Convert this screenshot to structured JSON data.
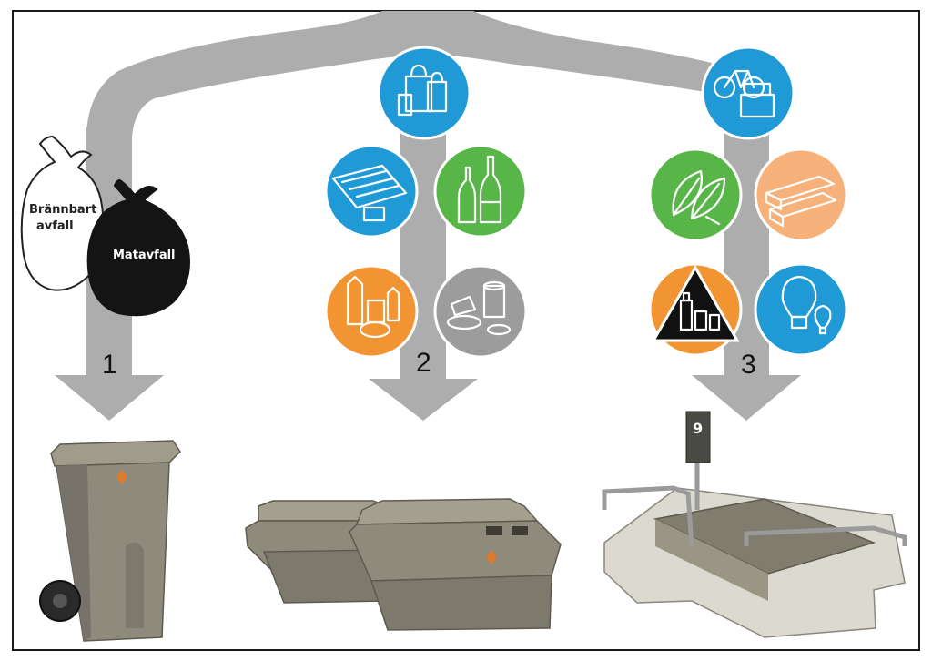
{
  "bags": {
    "left_label_line1": "Brännbart",
    "left_label_line2": "avfall",
    "right_label": "Matavfall"
  },
  "routes": [
    {
      "number": "1"
    },
    {
      "number": "2"
    },
    {
      "number": "3"
    }
  ],
  "station_sign": "9",
  "colors": {
    "arrow": "#adadad",
    "blue": "#1f9ad6",
    "green": "#58b548",
    "orange": "#f29432",
    "gray": "#9c9c9c",
    "peach": "#f6b27a",
    "container": "#8f8b7c",
    "container_dark": "#6f6b5d"
  },
  "icons": [
    {
      "name": "shopping-bags-icon",
      "color": "blue"
    },
    {
      "name": "newspapers-icon",
      "color": "blue"
    },
    {
      "name": "glass-bottles-icon",
      "color": "green"
    },
    {
      "name": "plastic-packaging-icon",
      "color": "orange"
    },
    {
      "name": "metal-cans-icon",
      "color": "gray"
    },
    {
      "name": "bicycle-armchair-icon",
      "color": "blue"
    },
    {
      "name": "garden-leaves-icon",
      "color": "green"
    },
    {
      "name": "wood-planks-icon",
      "color": "peach"
    },
    {
      "name": "hazardous-waste-icon",
      "color": "orange"
    },
    {
      "name": "light-bulbs-icon",
      "color": "blue"
    }
  ]
}
